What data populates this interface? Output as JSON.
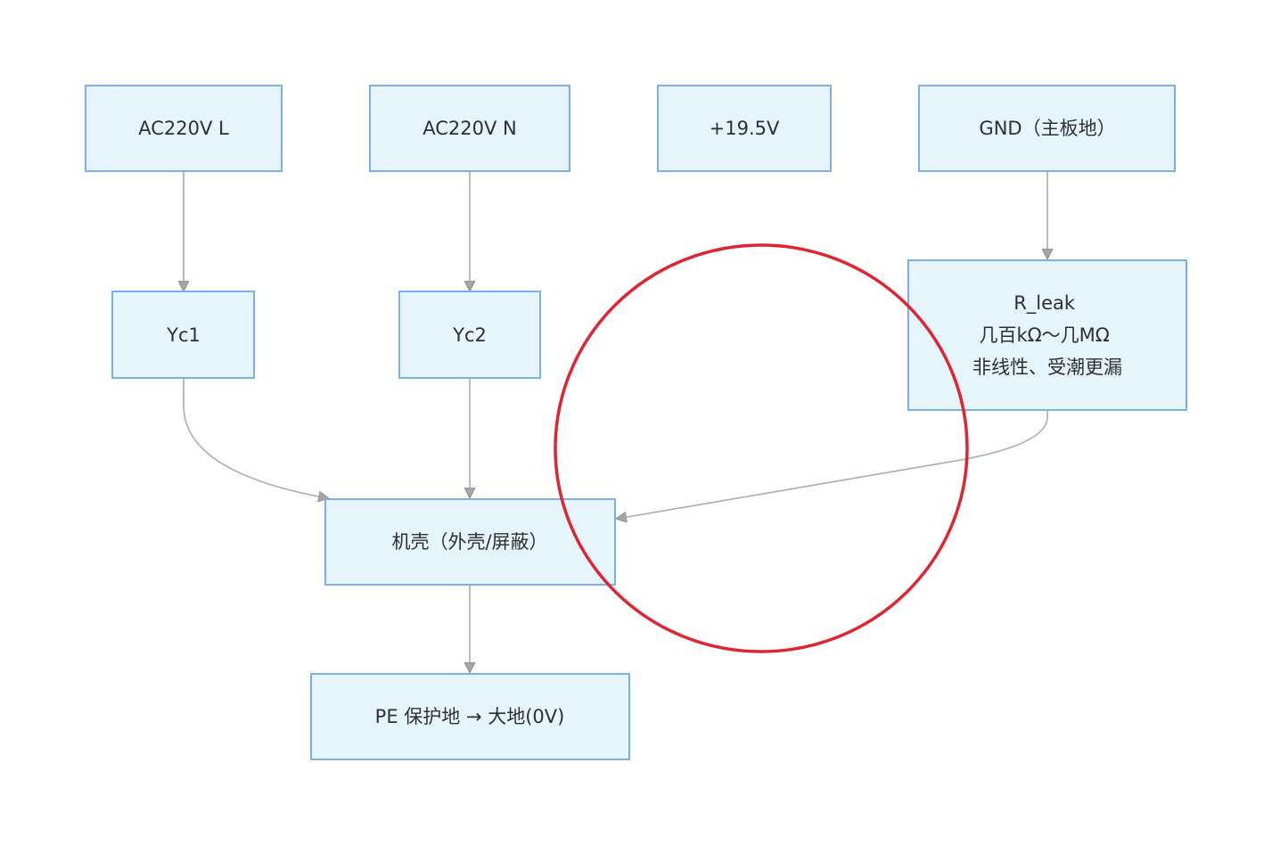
{
  "diagram": {
    "nodes": {
      "ac_l": {
        "lines": [
          "AC220V L"
        ]
      },
      "ac_n": {
        "lines": [
          "AC220V N"
        ]
      },
      "v195": {
        "lines": [
          "+19.5V"
        ]
      },
      "gnd": {
        "lines": [
          "GND（主板地）"
        ]
      },
      "yc1": {
        "lines": [
          "Yc1"
        ]
      },
      "yc2": {
        "lines": [
          "Yc2"
        ]
      },
      "rleak": {
        "lines": [
          "R_leak",
          "几百kΩ～几MΩ",
          "非线性、受潮更漏"
        ]
      },
      "chassis": {
        "lines": [
          "机壳（外壳/屏蔽）"
        ]
      },
      "pe": {
        "lines": [
          "PE 保护地 → 大地(0V)"
        ]
      }
    },
    "edges": [
      {
        "from": "ac_l",
        "to": "yc1"
      },
      {
        "from": "ac_n",
        "to": "yc2"
      },
      {
        "from": "gnd",
        "to": "rleak"
      },
      {
        "from": "yc1",
        "to": "chassis"
      },
      {
        "from": "yc2",
        "to": "chassis"
      },
      {
        "from": "rleak",
        "to": "chassis"
      },
      {
        "from": "chassis",
        "to": "pe"
      }
    ],
    "colors": {
      "node_fill": "#e6f4fc",
      "node_border": "#7ab0f0",
      "edge": "#ababab",
      "highlight": "#e02430"
    }
  }
}
